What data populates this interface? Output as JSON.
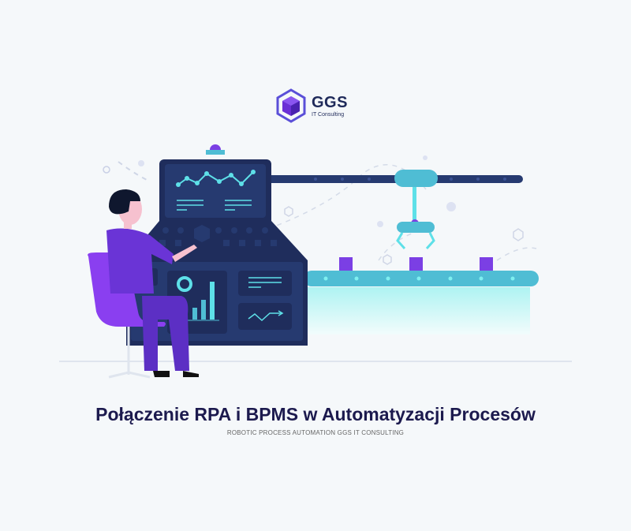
{
  "brand": {
    "name": "GGS",
    "tagline": "IT Consulting",
    "icon": "hexagon-cube-logo-icon"
  },
  "illustration": {
    "description": "Person seated at a control panel operating a robotic conveyor arm",
    "elements": [
      "person",
      "chair",
      "control-panel",
      "line-chart-screen",
      "donut-chart",
      "bar-chart",
      "robotic-arm",
      "conveyor-belt",
      "boxes"
    ]
  },
  "headline": "Połączenie RPA i BPMS w Automatyzacji Procesów",
  "subheadline": "ROBOTIC PROCESS AUTOMATION GGS IT CONSULTING",
  "colors": {
    "background": "#f5f8fa",
    "navy": "#1f2d5c",
    "panel": "#263a70",
    "cyan": "#5ee0e8",
    "purple": "#7b3fe4",
    "title": "#1c1a4e"
  }
}
